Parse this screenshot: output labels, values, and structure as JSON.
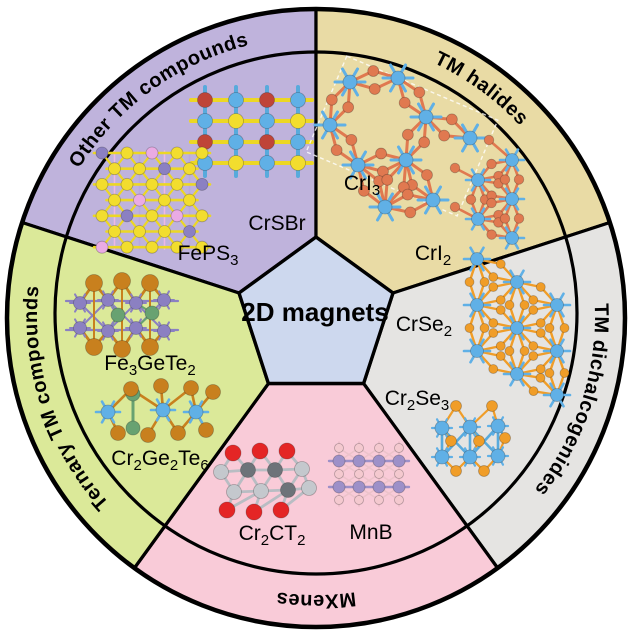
{
  "title": {
    "label": "2D magnets"
  },
  "center": {
    "color": "#cdd8ee"
  },
  "outline_color": "#000000",
  "sectors": [
    {
      "id": "other-tm-compounds",
      "label": "Other TM compounds",
      "color": "#bfb3dc"
    },
    {
      "id": "tm-halides",
      "label": "TM halides",
      "color": "#e9dba5"
    },
    {
      "id": "tm-dichalcogenides",
      "label": "TM dichalcogenides",
      "color": "#e5e4e2"
    },
    {
      "id": "mxenes",
      "label": "MXenes",
      "color": "#f9cbd8"
    },
    {
      "id": "ternary-tm-compounds",
      "label": "Ternary TM compounds",
      "color": "#dbe999"
    }
  ],
  "compounds": {
    "crsbr": {
      "label": "CrSBr"
    },
    "feps3": {
      "label": "FePS_3"
    },
    "cri3": {
      "label": "CrI_3"
    },
    "cri2": {
      "label": "CrI_2"
    },
    "crse2": {
      "label": "CrSe_2"
    },
    "cr2se3": {
      "label": "Cr_2Se_3"
    },
    "cr2ct2": {
      "label": "Cr_2CT_2"
    },
    "mnb": {
      "label": "MnB"
    },
    "fe3gete2": {
      "label": "Fe_3GeTe_2"
    },
    "cr2ge2te6": {
      "label": "Cr_2Ge_2Te_6"
    }
  },
  "atom_colors": {
    "cr_blue": "#60b0e6",
    "bond_blue": "#58aadc",
    "iodine_orange": "#e07950",
    "se_orange": "#f09d28",
    "te_orange": "#c8801e",
    "fe_purple": "#8b80c2",
    "ge_green": "#68a271",
    "s_yellow": "#f2dd2e",
    "bond_yellow": "#ecd724",
    "br_red": "#bf4438",
    "p_pink": "#eaabe4",
    "mn_purple": "#9d90c8",
    "b_pink": "#f4c9cf",
    "c_light": "#c4c8cd",
    "c_dark": "#6d7379",
    "t_red": "#e42525",
    "gray_bond": "#b8bdc3",
    "unitcell_white": "#ffffff"
  }
}
